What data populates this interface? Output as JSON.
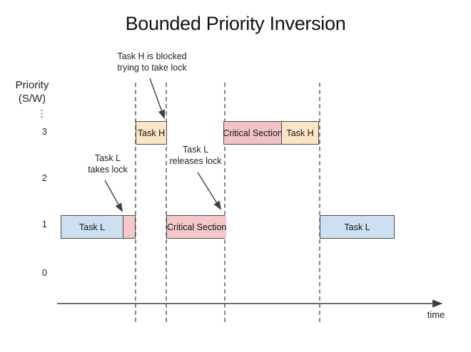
{
  "title": "Bounded Priority Inversion",
  "y_axis": {
    "label_line1": "Priority",
    "label_line2": "(S/W)",
    "ellipsis": "⋮",
    "ticks": [
      "3",
      "2",
      "1",
      "0"
    ]
  },
  "x_axis": {
    "label": "time"
  },
  "annotations": {
    "blocked": {
      "line1": "Task H is blocked",
      "line2": "trying to take lock"
    },
    "takes": {
      "line1": "Task L",
      "line2": "takes lock"
    },
    "releases": {
      "line1": "Task L",
      "line2": "releases lock"
    }
  },
  "bars": {
    "task_h": "Task H",
    "critical_section_high": "Critical Section",
    "task_h_resume": "Task H",
    "task_l": "Task L",
    "critical_section_low": "Critical Section",
    "task_l_resume": "Task L"
  },
  "colors": {
    "task_h_fill": "#F9E4C4",
    "task_l_fill": "#CCE0F2",
    "critical_section_fill": "#F5C7C8",
    "critical_section_high_fill": "#F1C2C6",
    "box_border": "#4D4D4D",
    "dashed_line": "#555555",
    "arrow": "#3F3F3F"
  }
}
